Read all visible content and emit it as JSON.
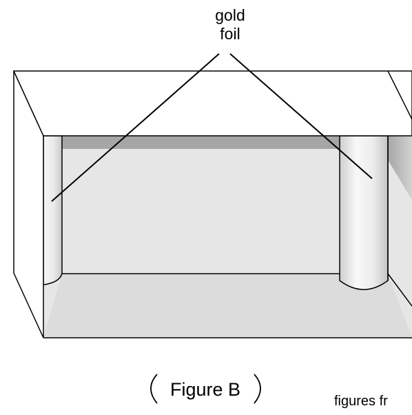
{
  "annotation": {
    "line1": "gold",
    "line2": "foil"
  },
  "caption": {
    "label": "Figure B"
  },
  "credit": {
    "text": "figures fr"
  },
  "colors": {
    "outline": "#000000",
    "top_face": "#ffffff",
    "left_side": "#ffffff",
    "back_wall": "#e6e6e6",
    "floor": "#dcdcdc",
    "ceiling_shadow": "#a6a6a6",
    "right_wall": "#c8c8c8",
    "foil_light": "#f7f7f7",
    "foil_dark": "#c4c4c4"
  }
}
